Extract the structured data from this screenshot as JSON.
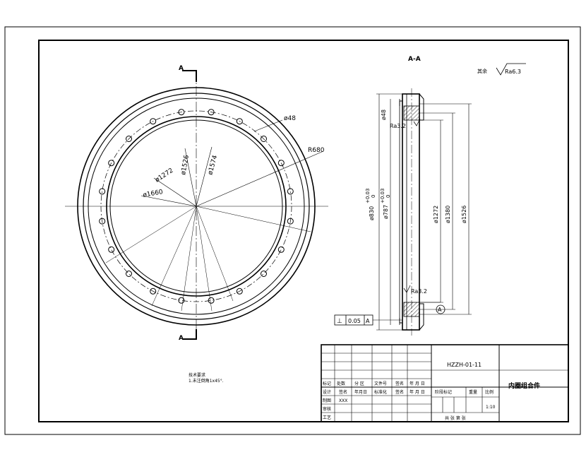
{
  "front_view": {
    "section_mark_top": "A",
    "section_mark_bottom": "A",
    "dim_hole": "ø48",
    "dim_radius": "R680",
    "dim_d1526": "ø1526",
    "dim_d1574": "ø1574",
    "dim_d1272": "ø1272",
    "dim_d1660": "ø1660",
    "hole_count": 20
  },
  "section_view": {
    "title": "A-A",
    "dim_d48": "ø48",
    "rough_1": "Ra3.2",
    "rough_2": "Ra3.2",
    "dim_d830": "ø830",
    "tol_d830": "+0.03",
    "tol_d830_low": "0",
    "dim_d787": "ø787",
    "tol_d787": "+0.03",
    "tol_d787_low": "0",
    "dim_d1272": "ø1272",
    "dim_d1380": "ø1380",
    "dim_d1526": "ø1526",
    "datum": "A"
  },
  "surface_finish": {
    "prefix": "其余",
    "value": "Ra6.3"
  },
  "tolerance_frame": {
    "symbol": "⊥",
    "value": "0.05",
    "datum": "A"
  },
  "notes": {
    "title": "技术要求",
    "line1": "1.未注倒角1x45°."
  },
  "title_block": {
    "drawing_no": "HZZH-01-11",
    "part_name": "内圈组合件",
    "row_labels": [
      "标记",
      "处数",
      "分 区",
      "文件号",
      "签名",
      "年 月 日"
    ],
    "design_row": [
      "设计",
      "签名",
      "年月日",
      "标准化",
      "签名",
      "年 月 日"
    ],
    "stage_label": "阶段标记",
    "weight_label": "重量",
    "scale_label": "比例",
    "draw_label": "制图",
    "draw_value": "XXX",
    "check_label": "审核",
    "process_label": "工艺",
    "scale_value": "1:10",
    "sheets": "共  张  第  张"
  }
}
